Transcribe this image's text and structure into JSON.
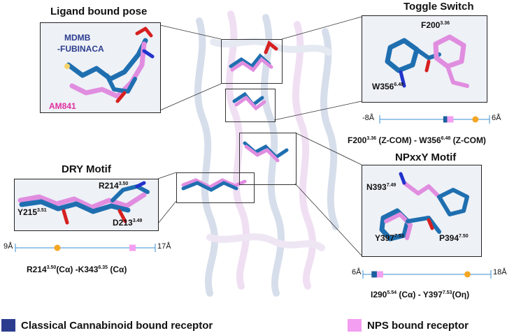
{
  "colors": {
    "classical": "#2c3d8f",
    "nps": "#f39ef0",
    "marker_orange": "#f5a623",
    "marker_blue": "#1b5f9e",
    "scale_line": "#3b8fd6"
  },
  "titles": {
    "ligand": "Ligand bound pose",
    "toggle": "Toggle Switch",
    "dry": "DRY Motif",
    "npxxy": "NPxxY Motif"
  },
  "ligand_labels": {
    "mdmb_line1": "MDMB",
    "mdmb_line2": "-FUBINACA",
    "am841": "AM841"
  },
  "residues": {
    "f200": "F200",
    "f200_sup": "3.36",
    "w356": "W356",
    "w356_sup": "6.48",
    "r214": "R214",
    "r214_sup": "3.50",
    "y215": "Y215",
    "y215_sup": "3.51",
    "d213": "D213",
    "d213_sup": "3.49",
    "n393": "N393",
    "n393_sup": "7.49",
    "y397": "Y397",
    "y397_sup": "7.53",
    "p394": "P394",
    "p394_sup": "7.50"
  },
  "scales": {
    "toggle": {
      "min_label": "-8Å",
      "max_label": "6Å",
      "min": -8,
      "max": 6,
      "classical": 0.5,
      "nps": 1.0,
      "orange": 4.2
    },
    "dry": {
      "min_label": "9Å",
      "max_label": "17Å",
      "min": 9,
      "max": 17,
      "orange": 11.4,
      "nps": 15.7
    },
    "npxxy": {
      "min_label": "6Å",
      "max_label": "18Å",
      "min": 6,
      "max": 18,
      "classical": 7.1,
      "nps": 7.6,
      "orange": 15.8
    }
  },
  "captions": {
    "toggle": {
      "a": "F200",
      "a_sup": "3.36",
      "b": " (Z-COM) - W356",
      "b_sup": "6.48",
      "c": " (Z-COM)"
    },
    "dry": {
      "a": "R214",
      "a_sup": "3.50",
      "b": "(Cα) -K343",
      "b_sup": "6.35",
      "c": " (Cα)"
    },
    "npxxy": {
      "a": "I290",
      "a_sup": "5.54",
      "b": " (Cα) - Y397",
      "b_sup": "7.53",
      "c": "(Oη)"
    }
  },
  "legend": {
    "classical": "Classical Cannabinoid bound receptor",
    "nps": "NPS bound receptor"
  }
}
